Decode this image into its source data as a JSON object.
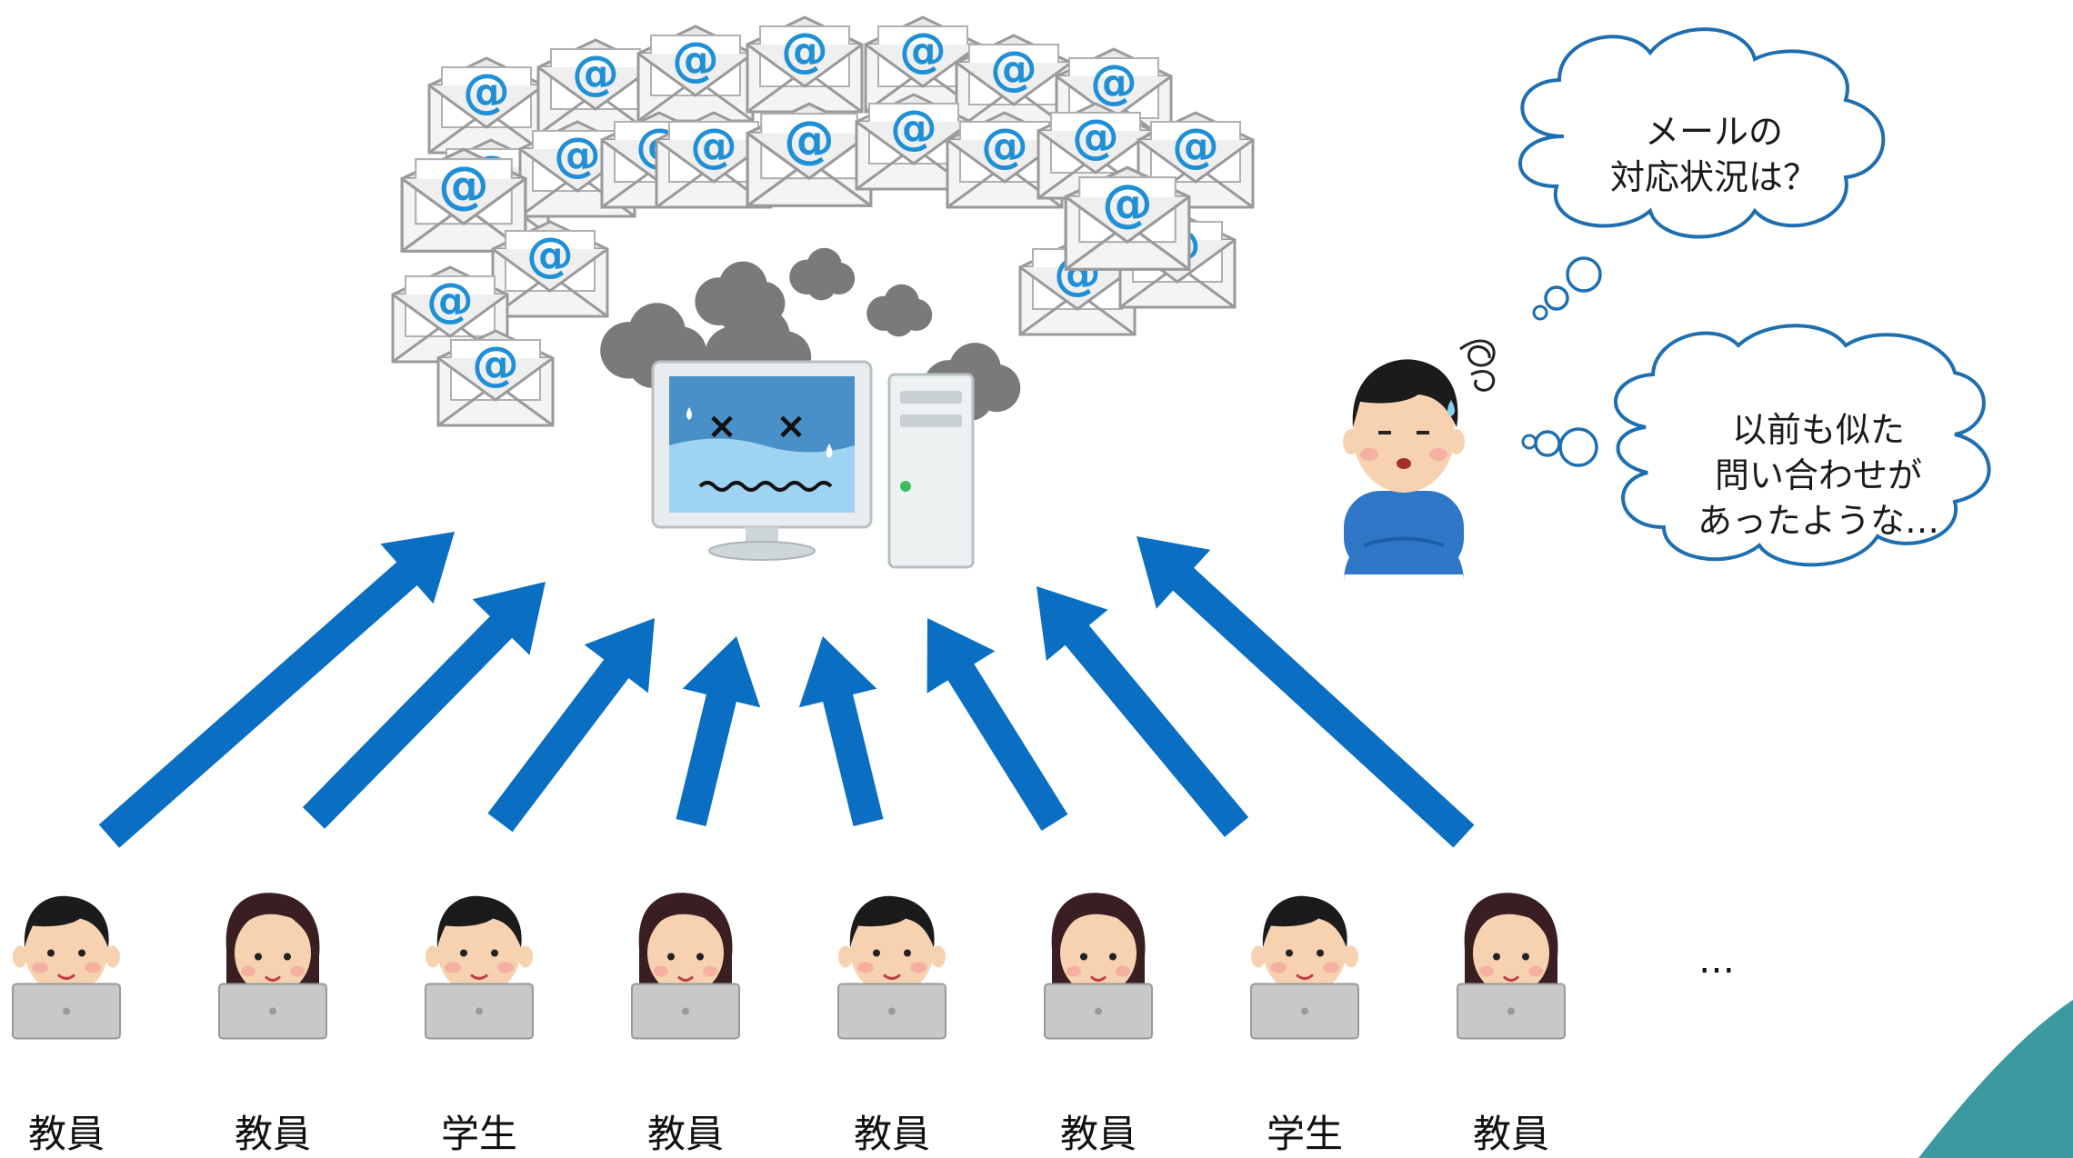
{
  "bubbles": {
    "top": [
      "メールの",
      "対応状況は？"
    ],
    "bottom": [
      "以前も似た",
      "問い合わせが",
      "あったような…"
    ]
  },
  "people": [
    {
      "label": "教員",
      "gender": "male"
    },
    {
      "label": "教員",
      "gender": "female"
    },
    {
      "label": "学生",
      "gender": "male"
    },
    {
      "label": "教員",
      "gender": "female"
    },
    {
      "label": "教員",
      "gender": "male"
    },
    {
      "label": "教員",
      "gender": "female"
    },
    {
      "label": "学生",
      "gender": "male"
    },
    {
      "label": "教員",
      "gender": "female"
    }
  ],
  "ellipsis": "…",
  "email_symbol": "@",
  "colors": {
    "arrow": "#0a6fc2",
    "bubble_stroke": "#1f6fb0",
    "accent_teal": "#3a9aa0",
    "screen_blue": "#4a90c8",
    "smoke": "#7a7a7a",
    "envelope_at": "#1f8fd6"
  }
}
